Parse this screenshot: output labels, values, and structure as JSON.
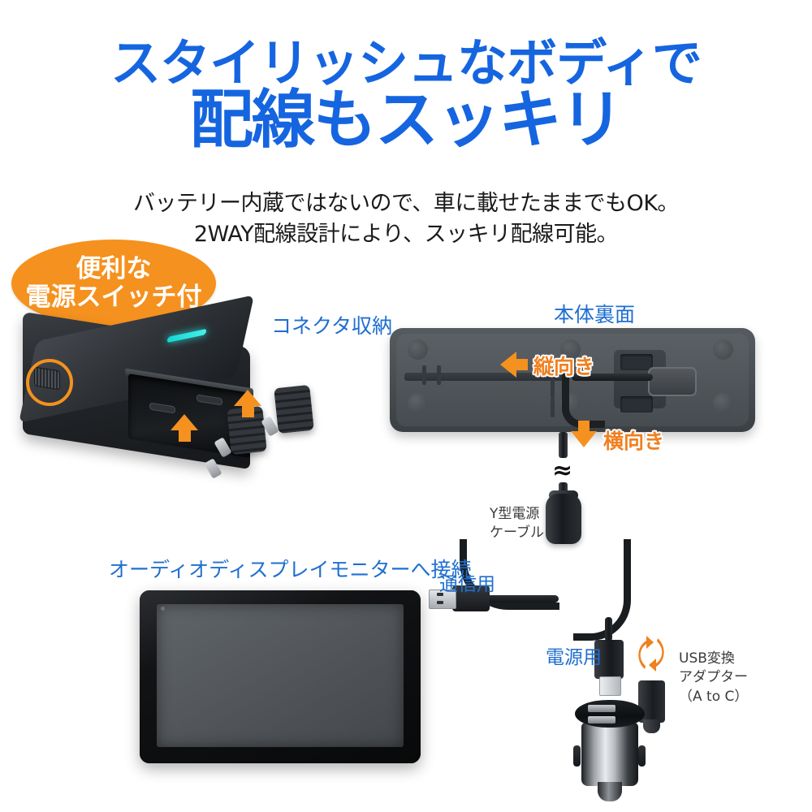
{
  "headline": {
    "line1": "スタイリッシュなボディで",
    "line2": "配線もスッキリ",
    "color": "#1565E0"
  },
  "subtitle": {
    "line1": "バッテリー内蔵ではないので、車に載せたままでもOK。",
    "line2": "2WAY配線設計により、スッキリ配線可能。"
  },
  "callout_bubble": {
    "line1": "便利な",
    "line2": "電源スイッチ付",
    "background": "#F5911E",
    "text_color": "#FFFFFF"
  },
  "labels": {
    "connector_storage": "コネクタ収納",
    "unit_back": "本体裏面",
    "vertical": "縦向き",
    "horizontal": "横向き",
    "y_cable_line1": "Y型電源",
    "y_cable_line2": "ケーブル",
    "monitor_connect": "オーディオディスプレイモニターへ接続",
    "for_data": "通信用",
    "for_power": "電源用",
    "adapter_line1": "USB変換",
    "adapter_line2": "アダプター",
    "adapter_line3": "（A to C）"
  },
  "colors": {
    "blue_label": "#1F6FD0",
    "orange": "#F5911E",
    "dark_text": "#3C3C3C",
    "led_cyan": "#14D6D2"
  },
  "icons": {
    "swap": "swap-arrows-icon",
    "cable_break": "≈"
  }
}
